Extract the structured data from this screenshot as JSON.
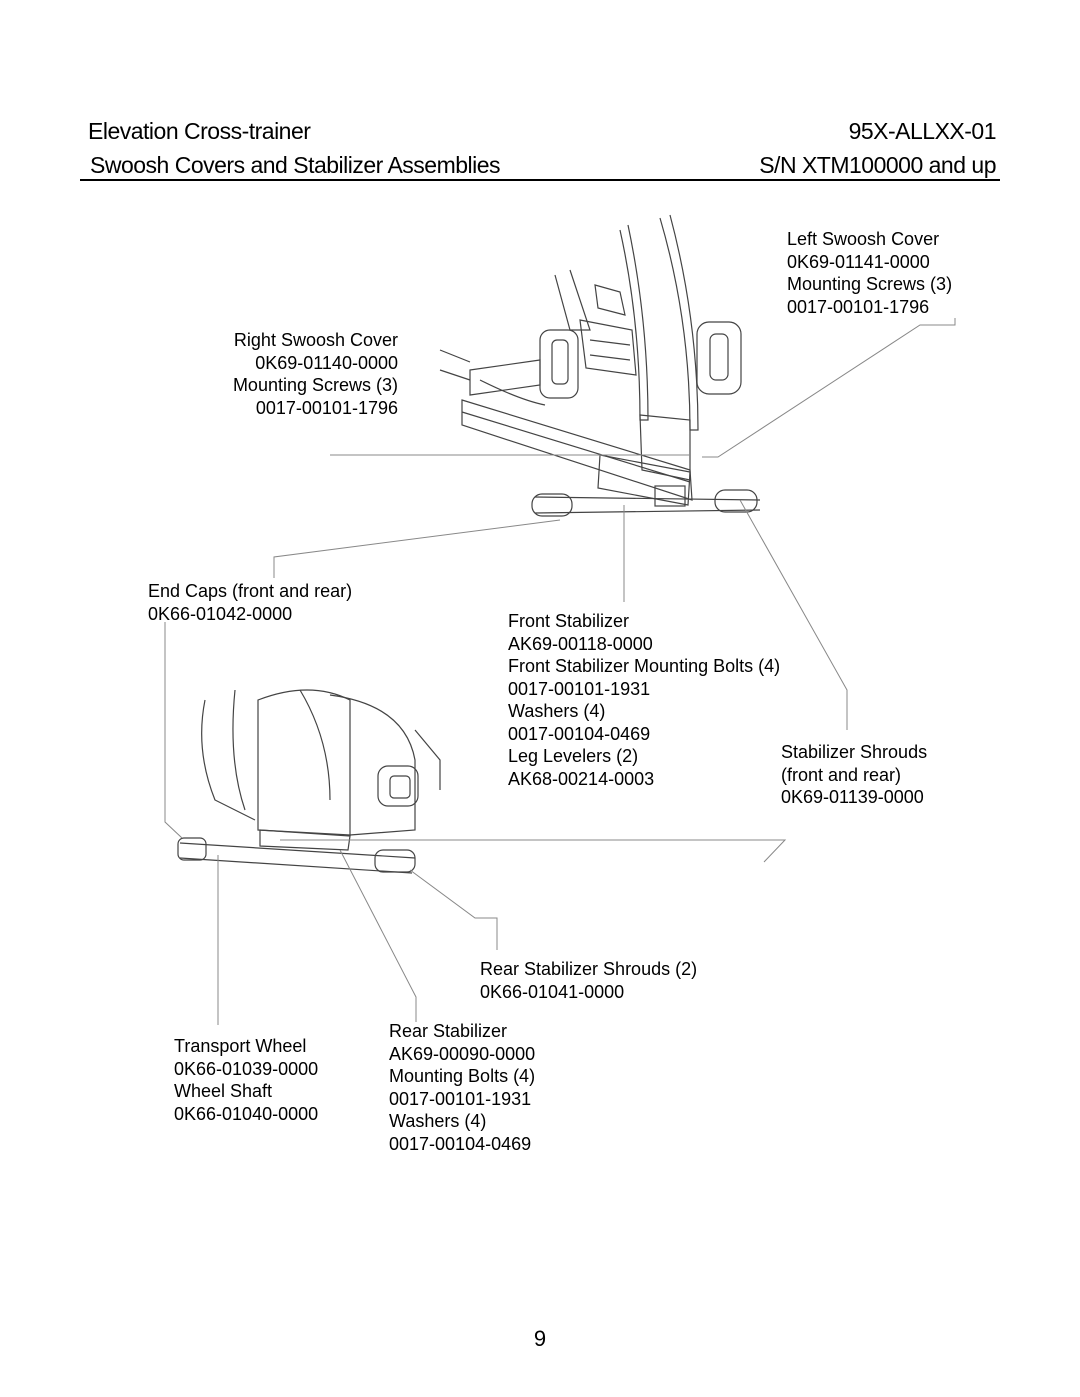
{
  "header": {
    "title": "Elevation Cross-trainer",
    "model": "95X-ALLXX-01",
    "subtitle": "Swoosh Covers and Stabilizer Assemblies",
    "serial": "S/N XTM100000 and up"
  },
  "labels": {
    "left_swoosh": [
      "Left Swoosh Cover",
      "0K69-01141-0000",
      "Mounting Screws (3)",
      "0017-00101-1796"
    ],
    "right_swoosh": [
      "Right Swoosh Cover",
      "0K69-01140-0000",
      "Mounting Screws (3)",
      "0017-00101-1796"
    ],
    "end_caps": [
      "End Caps (front and rear)",
      "0K66-01042-0000"
    ],
    "front_stabilizer": [
      "Front Stabilizer",
      "AK69-00118-0000",
      "Front Stabilizer Mounting Bolts (4)",
      "0017-00101-1931",
      "Washers (4)",
      "0017-00104-0469",
      "Leg Levelers (2)",
      "AK68-00214-0003"
    ],
    "stabilizer_shrouds": [
      "Stabilizer Shrouds",
      "(front and rear)",
      "0K69-01139-0000"
    ],
    "rear_shrouds": [
      "Rear Stabilizer Shrouds (2)",
      "0K66-01041-0000"
    ],
    "transport_wheel": [
      "Transport Wheel",
      "0K66-01039-0000",
      "Wheel Shaft",
      "0K66-01040-0000"
    ],
    "rear_stabilizer": [
      "Rear Stabilizer",
      "AK69-00090-0000",
      "Mounting Bolts (4)",
      "0017-00101-1931",
      "Washers (4)",
      "0017-00104-0469"
    ]
  },
  "page_number": "9"
}
